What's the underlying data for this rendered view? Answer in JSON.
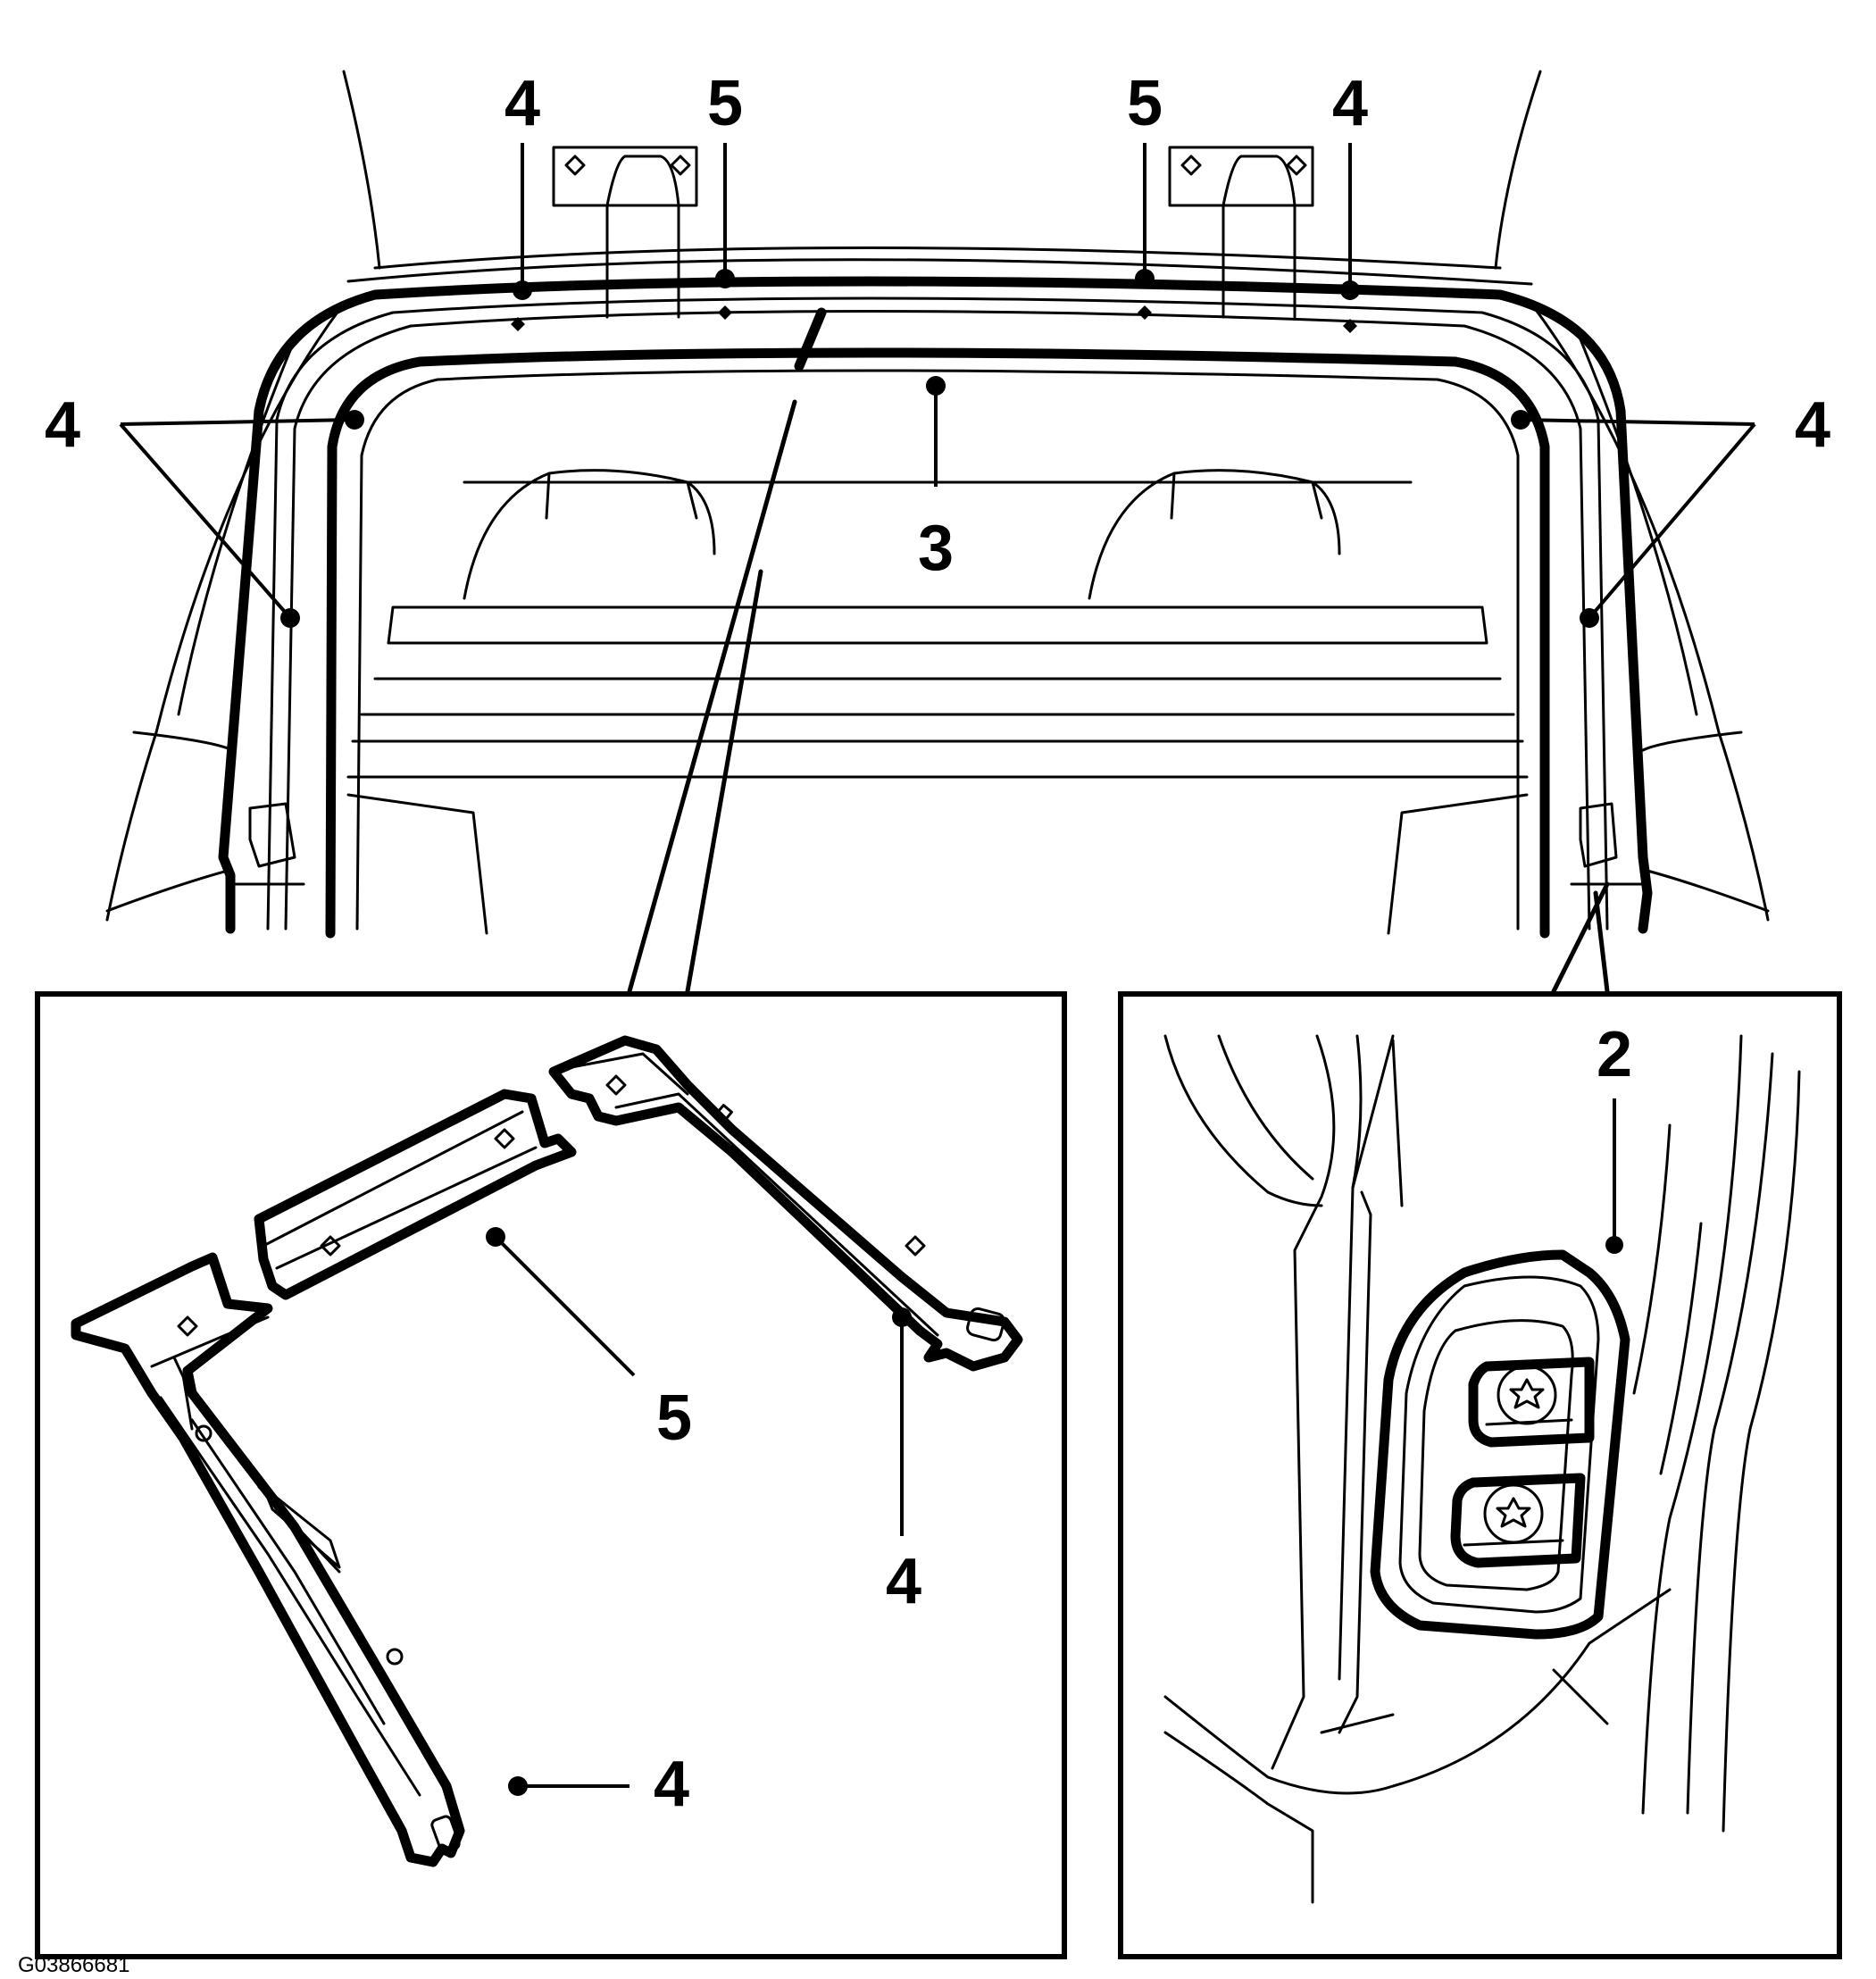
{
  "figure_id": "G03866681",
  "callouts": {
    "top_left_4": "4",
    "top_left_5": "5",
    "top_right_5": "5",
    "top_right_4": "4",
    "side_left_4": "4",
    "side_right_4": "4",
    "trim_3": "3",
    "inset_left_5": "5",
    "inset_left_4_right": "4",
    "inset_left_4_bottom": "4",
    "inset_right_2": "2"
  }
}
